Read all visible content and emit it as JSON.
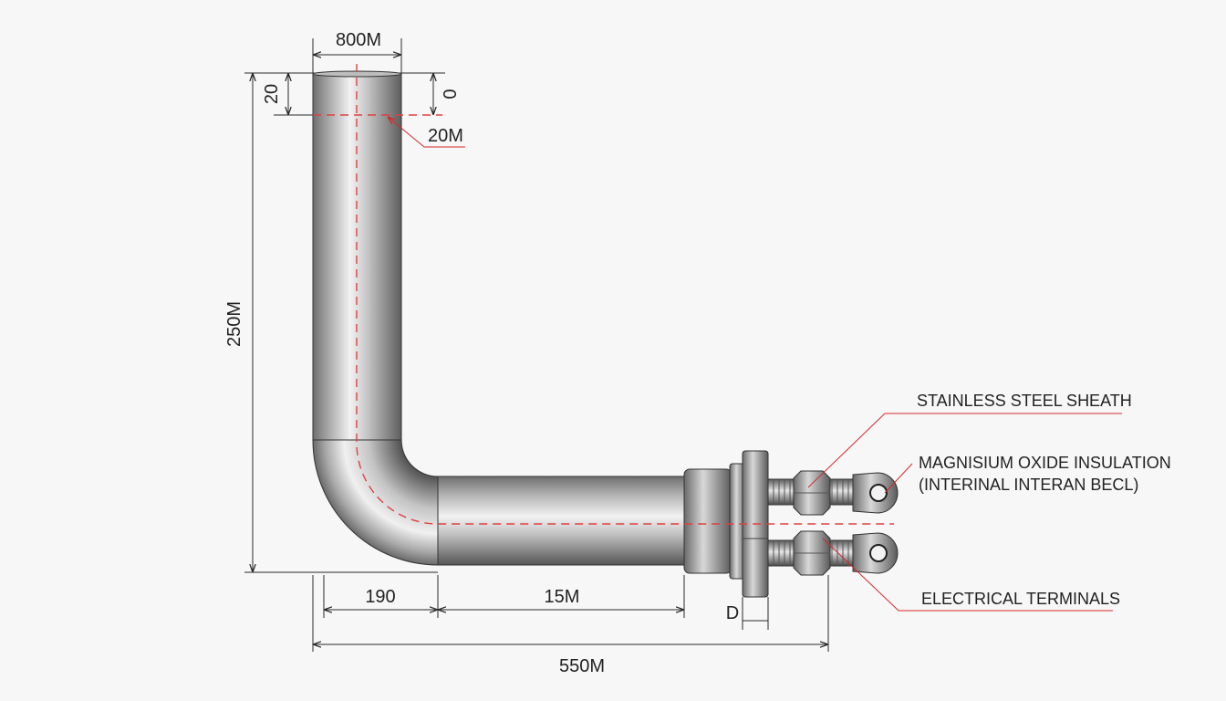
{
  "dimensions": {
    "tube_diameter": "800M",
    "offset_left": "20",
    "offset_right": "0",
    "center_offset": "20M",
    "total_height": "250M",
    "bend_length": "190",
    "straight_length": "15M",
    "flange_thickness": "D",
    "total_length": "550M"
  },
  "callouts": {
    "sheath": "STAINLESS STEEL SHEATH",
    "insulation_line1": "MAGNISIUM OXIDE INSULATION",
    "insulation_line2": "(INTERINAL INTERAN BECL)",
    "terminals": "ELECTRICAL TERMINALS"
  },
  "colors": {
    "leader_lines": "#d62828",
    "centerline": "#e04040",
    "metal": "#9a9a9a",
    "background": "#f7f7f7"
  }
}
